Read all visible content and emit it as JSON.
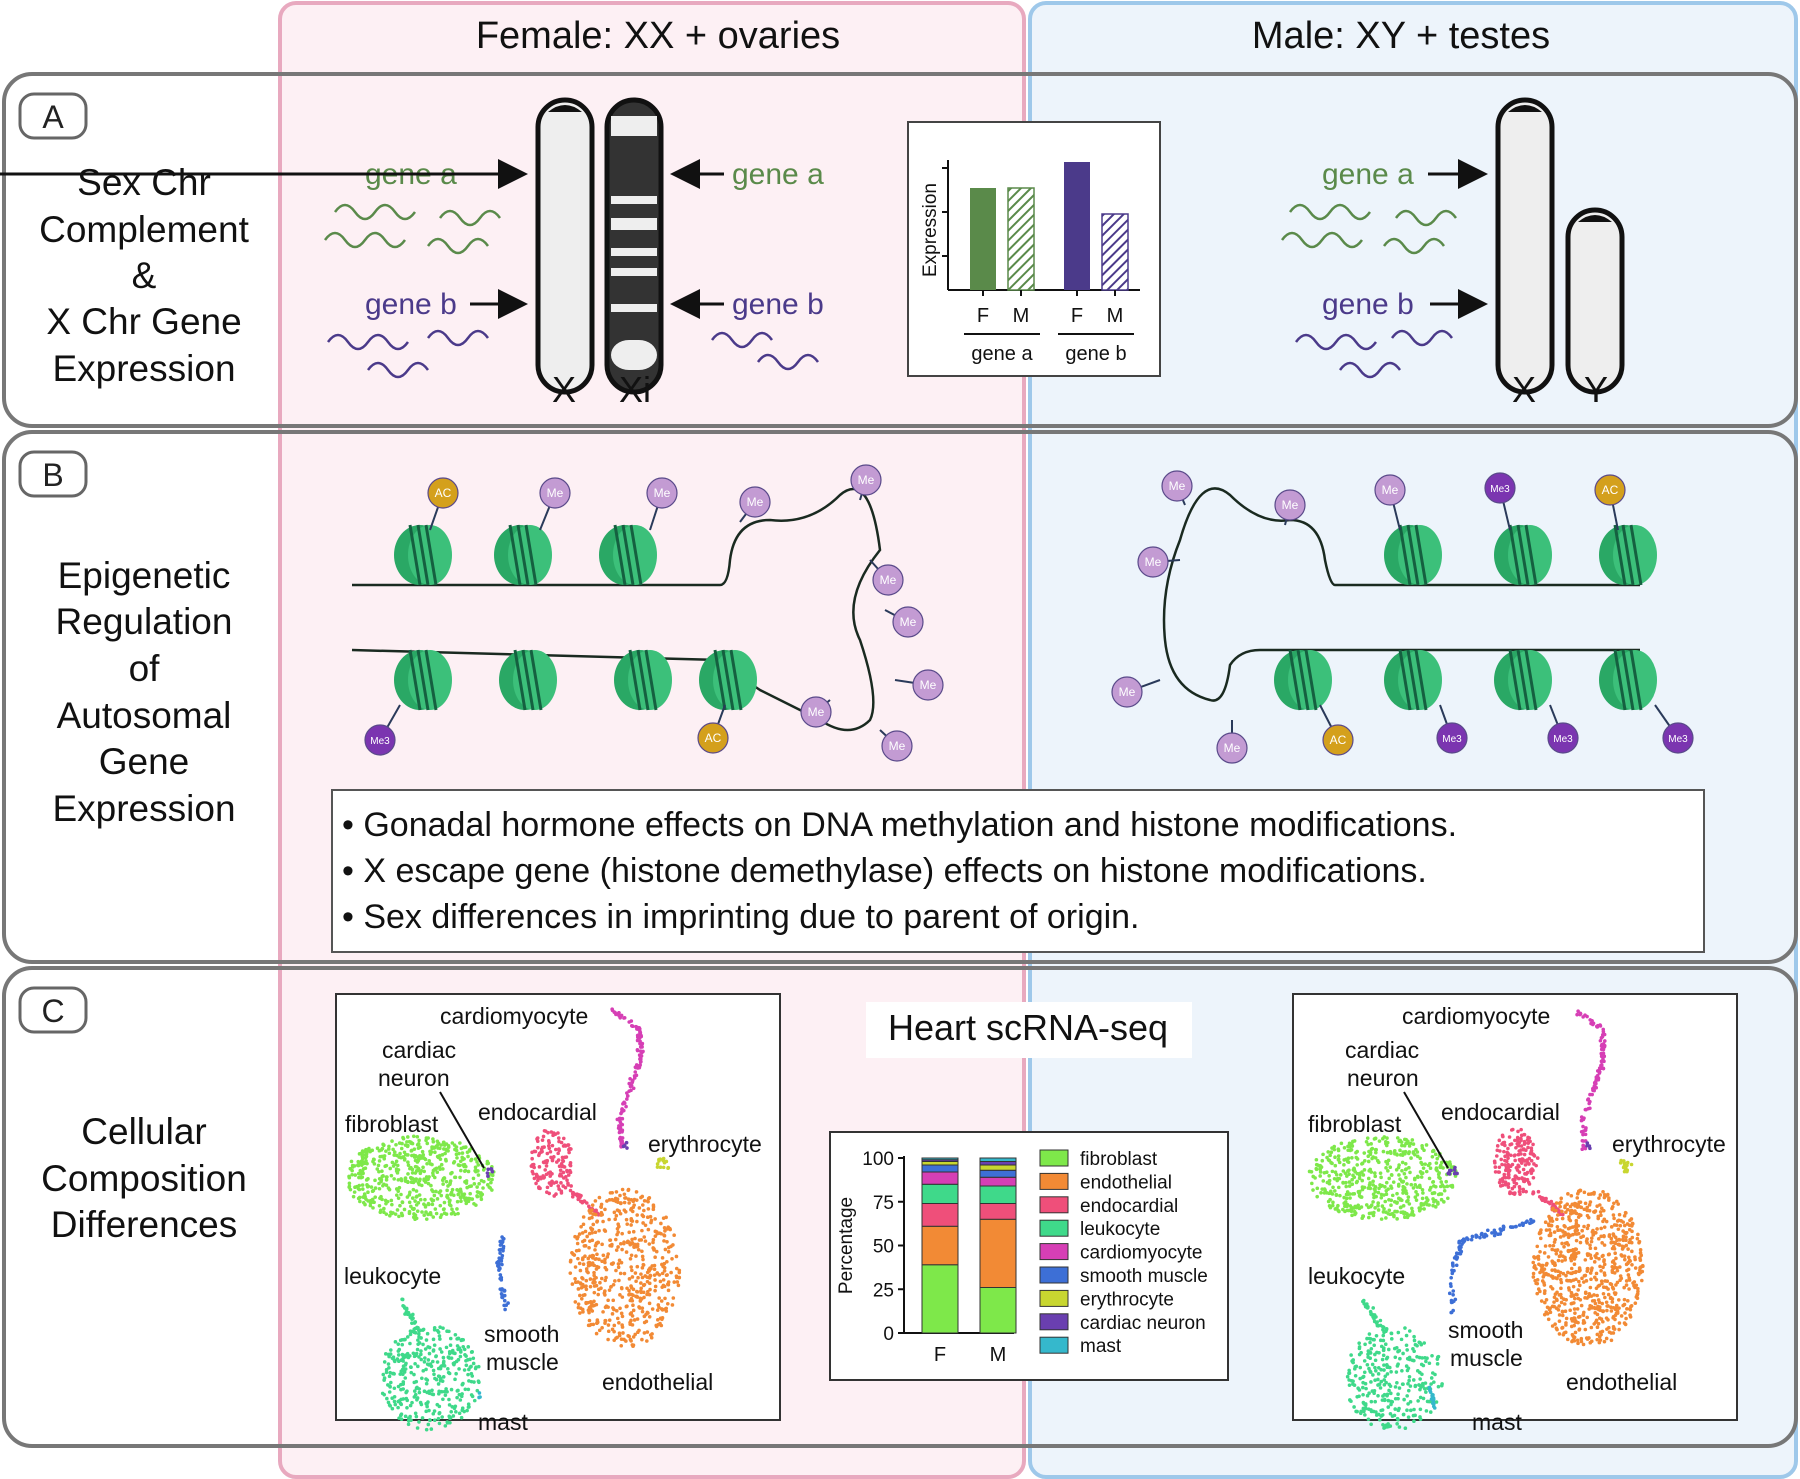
{
  "columns": {
    "female": "Female: XX + ovaries",
    "male": "Male: XY + testes"
  },
  "colors": {
    "female_bg": "#fdf0f4",
    "female_border": "#e8a9bf",
    "male_bg": "#edf4fb",
    "male_border": "#9ec8ea",
    "panel_border": "#777777",
    "gene_a": "#5a8a4a",
    "gene_b": "#4b3a8a",
    "nucleosome": "#2aa865",
    "me": "#c39bd3",
    "me3": "#7b35b0",
    "ac": "#d4a01c"
  },
  "panelA": {
    "letter": "A",
    "title_lines": [
      "Sex Chr",
      "Complement",
      "&",
      "X Chr Gene",
      "Expression"
    ],
    "gene_a": "gene a",
    "gene_b": "gene b",
    "chrom_x": "X",
    "chrom_xi": "Xi",
    "chrom_y": "Y",
    "inset": {
      "ylabel": "Expression",
      "bar_labels": [
        "F",
        "M",
        "F",
        "M"
      ],
      "groups": [
        "gene a",
        "gene b"
      ]
    }
  },
  "panelB": {
    "letter": "B",
    "title_lines": [
      "Epigenetic",
      "Regulation",
      "of",
      "Autosomal",
      "Gene",
      "Expression"
    ],
    "marks": {
      "me": "Me",
      "me3": "Me3",
      "ac": "AC"
    },
    "bullets": [
      "• Gonadal hormone effects on DNA methylation and histone modifications.",
      "• X escape gene (histone demethylase) effects on histone modifications.",
      "• Sex differences in imprinting due to parent of origin."
    ]
  },
  "panelC": {
    "letter": "C",
    "title_lines": [
      "Cellular",
      "Composition",
      "Differences"
    ],
    "center_title": "Heart scRNA-seq",
    "umap_labels": {
      "cardiomyocyte": "cardiomyocyte",
      "cardiac_neuron_1": "cardiac",
      "cardiac_neuron_2": "neuron",
      "fibroblast": "fibroblast",
      "endocardial": "endocardial",
      "erythrocyte": "erythrocyte",
      "leukocyte": "leukocyte",
      "smooth_1": "smooth",
      "smooth_2": "muscle",
      "endothelial": "endothelial",
      "mast": "mast"
    },
    "cell_colors": {
      "fibroblast": "#7ee84a",
      "endothelial": "#f28a35",
      "endocardial": "#ef4f7a",
      "leukocyte": "#3fd98a",
      "cardiomyocyte": "#d63fb5",
      "smooth muscle": "#3d6fd6",
      "erythrocyte": "#c8d630",
      "cardiac neuron": "#6a3fb0",
      "mast": "#35b8cc"
    }
  },
  "chart_data": {
    "type": "bar",
    "stacked": true,
    "categories": [
      "F",
      "M"
    ],
    "ylabel": "Percentage",
    "ylim": [
      0,
      100
    ],
    "yticks": [
      0,
      25,
      50,
      75,
      100
    ],
    "series": [
      {
        "name": "fibroblast",
        "values": [
          39,
          26
        ]
      },
      {
        "name": "endothelial",
        "values": [
          22,
          39
        ]
      },
      {
        "name": "endocardial",
        "values": [
          13,
          9
        ]
      },
      {
        "name": "leukocyte",
        "values": [
          11,
          10
        ]
      },
      {
        "name": "cardiomyocyte",
        "values": [
          7,
          5
        ]
      },
      {
        "name": "smooth muscle",
        "values": [
          4,
          4
        ]
      },
      {
        "name": "erythrocyte",
        "values": [
          2,
          3
        ]
      },
      {
        "name": "cardiac neuron",
        "values": [
          1,
          2
        ]
      },
      {
        "name": "mast",
        "values": [
          1,
          2
        ]
      }
    ]
  }
}
